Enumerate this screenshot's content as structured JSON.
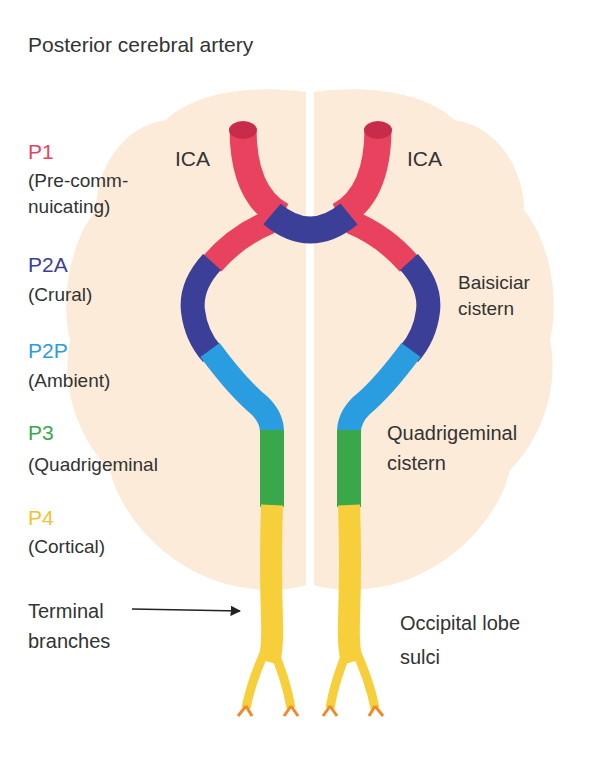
{
  "diagram": {
    "title": "Posterior cerebral artery",
    "labels": [
      "ICA",
      "ICA",
      "P1",
      "(Pre-comm- nuicating)",
      "P2A",
      "(Crural)",
      "P2P",
      "(Ambient)",
      "P3",
      "(Quadrigeminal",
      "P4",
      "(Cortical)",
      "Terminal branches",
      "Baisiciar cistern",
      "Quadrigeminal cistern",
      "Occipital lobe sulci"
    ]
  }
}
